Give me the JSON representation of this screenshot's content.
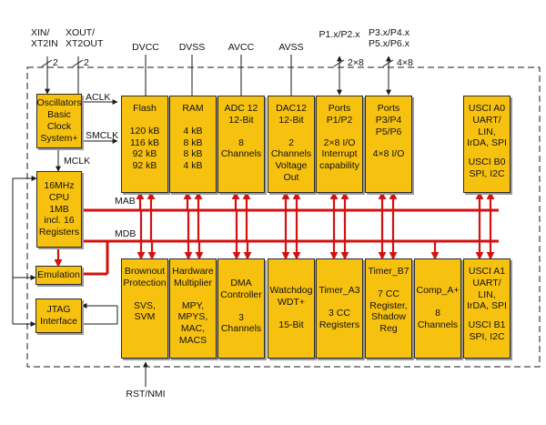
{
  "top_pins": {
    "xin": [
      "XIN/",
      "XT2IN"
    ],
    "xout": [
      "XOUT/",
      "XT2OUT"
    ],
    "bus_width_xin": "2",
    "bus_width_xout": "2",
    "dvcc": "DVCC",
    "dvss": "DVSS",
    "avcc": "AVCC",
    "avss": "AVSS",
    "p1p2": "P1.x/P2.x",
    "p1p2_width": "2×8",
    "p3p6": [
      "P3.x/P4.x",
      "P5.x/P6.x"
    ],
    "p3p6_width": "4×8"
  },
  "signals": {
    "aclk": "ACLK",
    "smclk": "SMCLK",
    "mclk": "MCLK",
    "mab": "MAB",
    "mdb": "MDB",
    "rst": "RST/NMI"
  },
  "blocks": {
    "osc": [
      "Oscillators",
      "Basic",
      "Clock",
      "System+"
    ],
    "cpu": [
      "16MHz",
      "CPU",
      "1MB",
      "incl. 16",
      "Registers"
    ],
    "emulation": "Emulation",
    "jtag": [
      "JTAG",
      "Interface"
    ],
    "flash": {
      "title": "Flash",
      "rows": [
        "120 kB",
        "116 kB",
        "92 kB",
        "92 kB"
      ]
    },
    "ram": {
      "title": "RAM",
      "rows": [
        "4 kB",
        "8 kB",
        "8 kB",
        "4 kB"
      ]
    },
    "adc": {
      "title": [
        "ADC 12",
        "12-Bit"
      ],
      "rows": [
        "8",
        "Channels"
      ]
    },
    "dac": {
      "title": [
        "DAC12",
        "12-Bit"
      ],
      "rows": [
        "2",
        "Channels",
        "Voltage",
        "Out"
      ]
    },
    "ports12": {
      "title": [
        "Ports",
        "P1/P2"
      ],
      "rows": [
        "2×8 I/O",
        "Interrupt",
        "capability"
      ]
    },
    "ports36": {
      "title": [
        "Ports",
        "P3/P4",
        "P5/P6"
      ],
      "rows": [
        "4×8 I/O"
      ]
    },
    "usci_a0": {
      "title": [
        "USCI A0",
        "UART/",
        "LIN,",
        "IrDA, SPI"
      ],
      "rows": [
        "USCI B0",
        "SPI, I2C"
      ]
    },
    "brownout": {
      "title": [
        "Brownout",
        "Protection"
      ],
      "rows": [
        "SVS,",
        "SVM"
      ]
    },
    "mpy": {
      "title": [
        "Hardware",
        "Multiplier"
      ],
      "rows": [
        "MPY,",
        "MPYS,",
        "MAC,",
        "MACS"
      ]
    },
    "dma": {
      "title": [
        "DMA",
        "Controller"
      ],
      "rows": [
        "3",
        "Channels"
      ]
    },
    "wdt": {
      "title": [
        "Watchdog",
        "WDT+"
      ],
      "rows": [
        "15-Bit"
      ]
    },
    "timera3": {
      "title": [
        "Timer_A3"
      ],
      "rows": [
        "3 CC",
        "Registers"
      ]
    },
    "timerb7": {
      "title": [
        "Timer_B7"
      ],
      "rows": [
        "7 CC",
        "Register,",
        "Shadow",
        "Reg"
      ]
    },
    "comp": {
      "title": [
        "Comp_A+"
      ],
      "rows": [
        "8",
        "Channels"
      ]
    },
    "usci_a1": {
      "title": [
        "USCI A1",
        "UART/",
        "LIN,",
        "IrDA, SPI"
      ],
      "rows": [
        "USCI B1",
        "SPI, I2C"
      ]
    }
  },
  "colors": {
    "block_fill": "#f7c20f",
    "bus": "#d41010",
    "line": "#1a1a1a"
  }
}
